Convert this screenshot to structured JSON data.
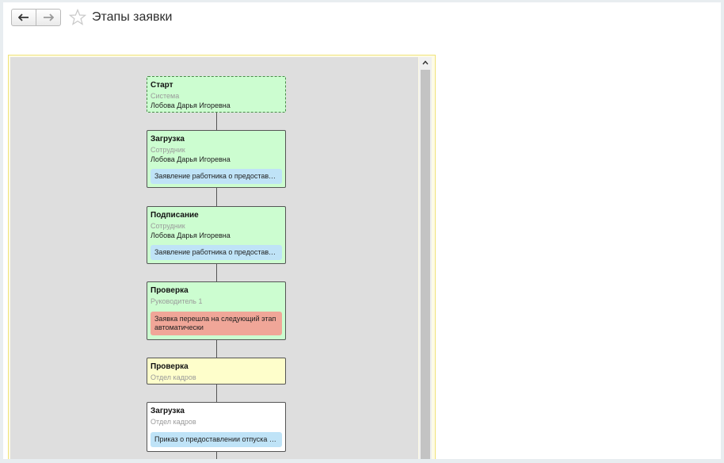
{
  "window": {
    "title": "Этапы заявки"
  },
  "toolbar": {
    "back_icon": "arrow-left-icon",
    "forward_icon": "arrow-right-icon",
    "favorite_icon": "star-icon"
  },
  "stages": [
    {
      "name": "Старт",
      "role": "Система",
      "person": "Лобова Дарья Игоревна",
      "status_color": "#ccfdd0"
    },
    {
      "name": "Загрузка",
      "role": "Сотрудник",
      "person": "Лобова Дарья Игоревна",
      "doc": "Заявление работника о предоставлен..",
      "status_color": "#ccfdd0"
    },
    {
      "name": "Подписание",
      "role": "Сотрудник",
      "person": "Лобова Дарья Игоревна",
      "doc": "Заявление работника о предоставлен..",
      "status_color": "#ccfdd0"
    },
    {
      "name": "Проверка",
      "role": "Руководитель 1",
      "note": "Заявка перешла на следующий этап автоматически",
      "status_color": "#ccfdd0"
    },
    {
      "name": "Проверка",
      "role": "Отдел кадров",
      "status_color": "#fefecb"
    },
    {
      "name": "Загрузка",
      "role": "Отдел кадров",
      "doc": "Приказ о предоставлении отпуска ра..",
      "status_color": "#ffffff"
    }
  ]
}
